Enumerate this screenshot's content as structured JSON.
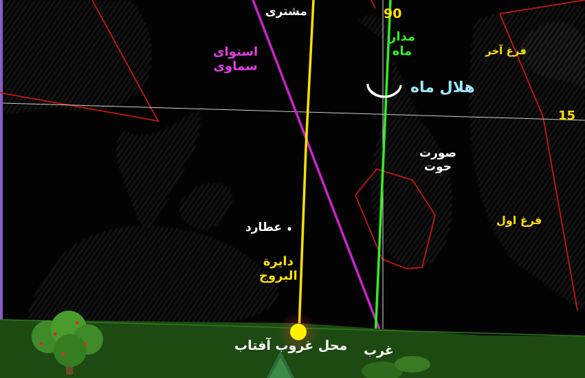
{
  "scene": {
    "colors": {
      "ecliptic": "#ffe100",
      "celestial_equator": "#cc22cc",
      "moon_path": "#33ee22",
      "horizon_line": "#cfcfcf",
      "constellation_outline": "#c81414",
      "ground": "#1d4a12"
    }
  },
  "labels": {
    "jupiter": "مشتری",
    "celestial_equator": "استوای\nسماوی",
    "altitude_90": "90",
    "moon_orbit": "مدار\nماه",
    "crescent_moon": "هلال ماه",
    "second_fish": "فرغ آخر",
    "altitude_15": "15",
    "pisces": "صورت\nحوت",
    "mercury": "عطارد",
    "first_fish": "فرغ اول",
    "ecliptic": "دایرة\nالبروج",
    "sunset_point": "محل غروب آفتاب",
    "west": "غرب"
  },
  "icons": {
    "planet_marker": "dot-icon",
    "sun": "sun-disk-icon",
    "moon": "crescent-moon-icon",
    "tree": "tree-icon"
  }
}
